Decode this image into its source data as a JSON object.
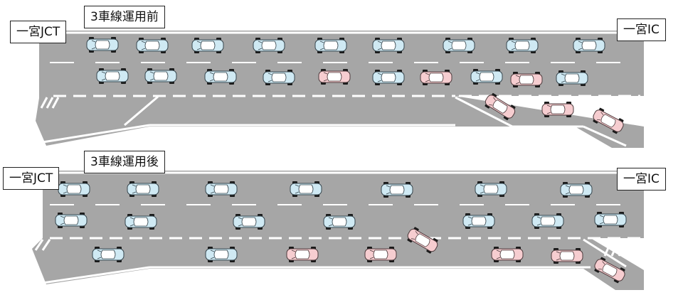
{
  "before": {
    "title": "3車線運用前",
    "left_label": "一宮JCT",
    "right_label": "一宮IC"
  },
  "after": {
    "title": "3車線運用後",
    "left_label": "一宮JCT",
    "right_label": "一宮IC"
  },
  "colors": {
    "road": "#a6a6a6",
    "lane_line": "#ffffff",
    "car_blue": "#cfe9f3",
    "car_pink": "#f6cdd0",
    "tire": "#1a1a1a"
  },
  "icons": {
    "car": "car-icon"
  }
}
